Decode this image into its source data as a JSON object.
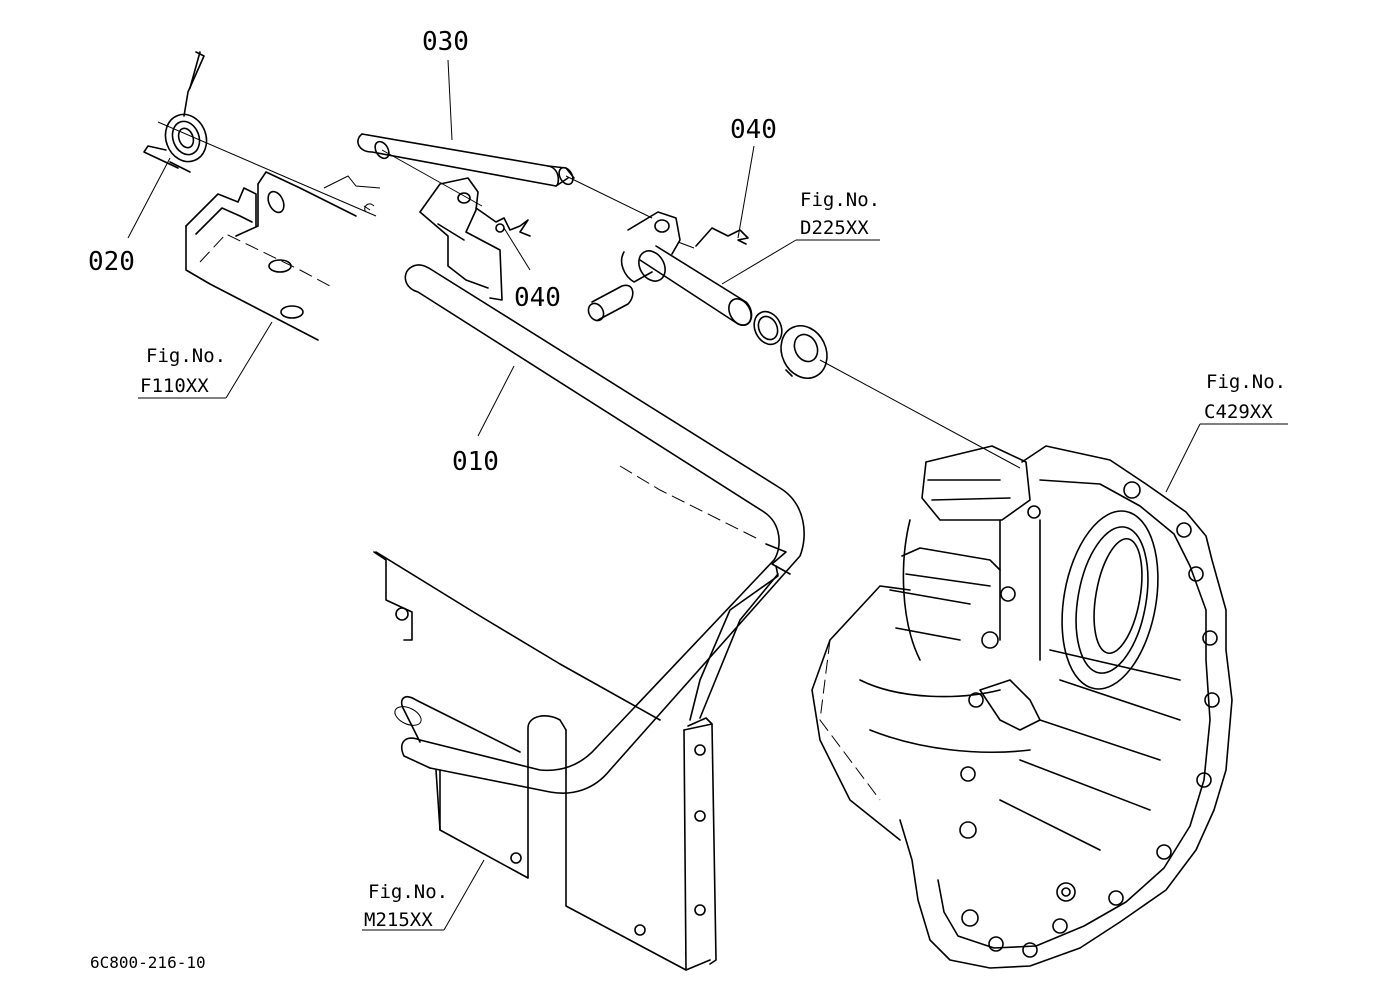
{
  "diagram": {
    "callouts": {
      "p010": "010",
      "p020": "020",
      "p030": "030",
      "p040a": "040",
      "p040b": "040"
    },
    "references": {
      "d225": {
        "label": "Fig.No.",
        "code": "D225XX"
      },
      "f110": {
        "label": "Fig.No.",
        "code": "F110XX"
      },
      "c429": {
        "label": "Fig.No.",
        "code": "C429XX"
      },
      "m215": {
        "label": "Fig.No.",
        "code": "M215XX"
      }
    },
    "drawing_code": "6C800-216-10"
  }
}
